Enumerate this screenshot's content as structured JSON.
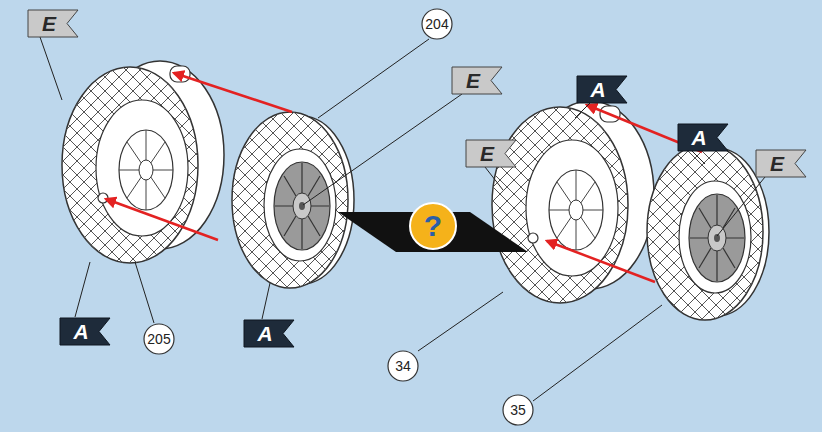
{
  "diagram": {
    "nodes": [
      {
        "text": [
          "E"
        ]
      },
      {
        "text": [
          "204"
        ]
      },
      {
        "text": [
          "E"
        ]
      },
      {
        "text": [
          "A"
        ]
      },
      {
        "text": [
          "A"
        ]
      },
      {
        "text": [
          "E"
        ]
      },
      {
        "text": [
          "E"
        ]
      },
      {
        "text": [
          "?"
        ]
      },
      {
        "text": [
          "A"
        ]
      },
      {
        "text": [
          "205"
        ]
      },
      {
        "text": [
          "A"
        ]
      },
      {
        "text": [
          "34"
        ]
      },
      {
        "text": [
          "35"
        ]
      }
    ]
  }
}
